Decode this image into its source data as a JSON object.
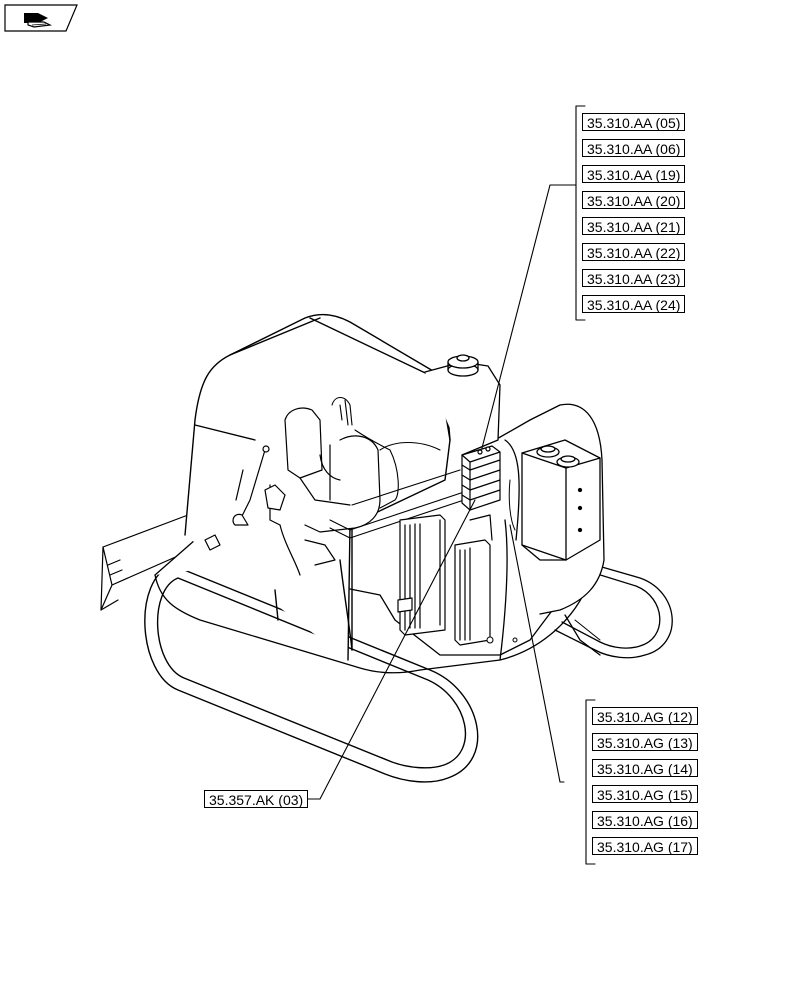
{
  "nav": {
    "icon": "book-arrow-icon"
  },
  "refs_top": [
    "35.310.AA (05)",
    "35.310.AA (06)",
    "35.310.AA (19)",
    "35.310.AA (20)",
    "35.310.AA (21)",
    "35.310.AA (22)",
    "35.310.AA (23)",
    "35.310.AA (24)"
  ],
  "refs_bottom": [
    "35.310.AG (12)",
    "35.310.AG (13)",
    "35.310.AG (14)",
    "35.310.AG (15)",
    "35.310.AG (16)",
    "35.310.AG (17)"
  ],
  "ref_left": "35.357.AK (03)"
}
